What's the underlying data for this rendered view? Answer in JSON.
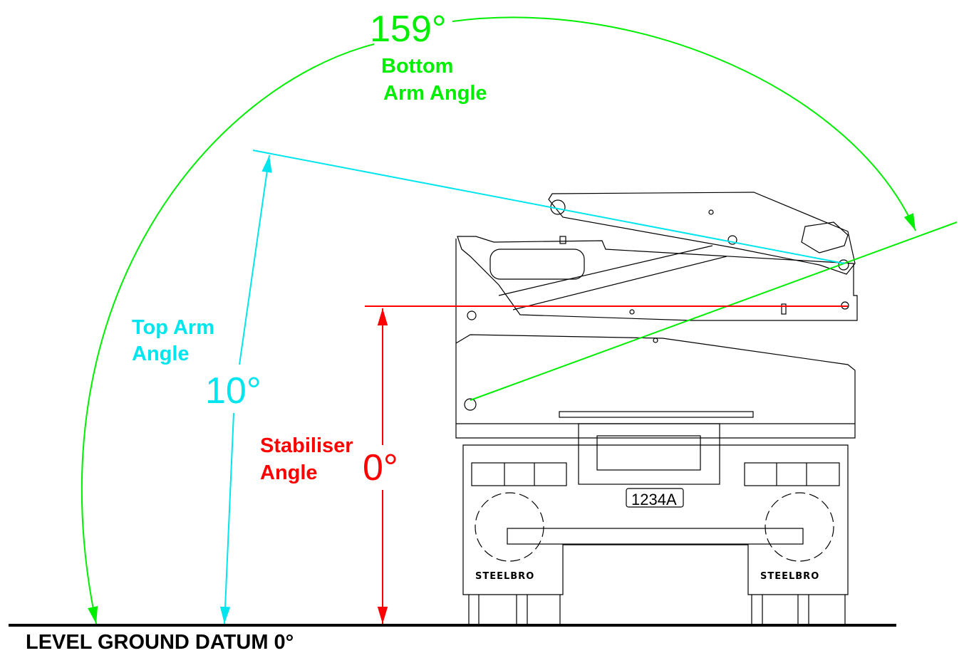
{
  "colors": {
    "bottom_arm": "#00ee00",
    "top_arm": "#00e5ee",
    "stabiliser": "#ff0000",
    "ground": "#000000"
  },
  "bottom_arm": {
    "angle": "159°",
    "label_line1": "Bottom",
    "label_line2": "Arm Angle"
  },
  "top_arm": {
    "angle": "10°",
    "label_line1": "Top Arm",
    "label_line2": "Angle"
  },
  "stabiliser": {
    "angle": "0°",
    "label_line1": "Stabiliser",
    "label_line2": "Angle"
  },
  "ground": {
    "label": "LEVEL GROUND DATUM 0°"
  },
  "vehicle": {
    "brand_left": "STEELBRO",
    "brand_right": "STEELBRO",
    "plate": "1234A"
  }
}
